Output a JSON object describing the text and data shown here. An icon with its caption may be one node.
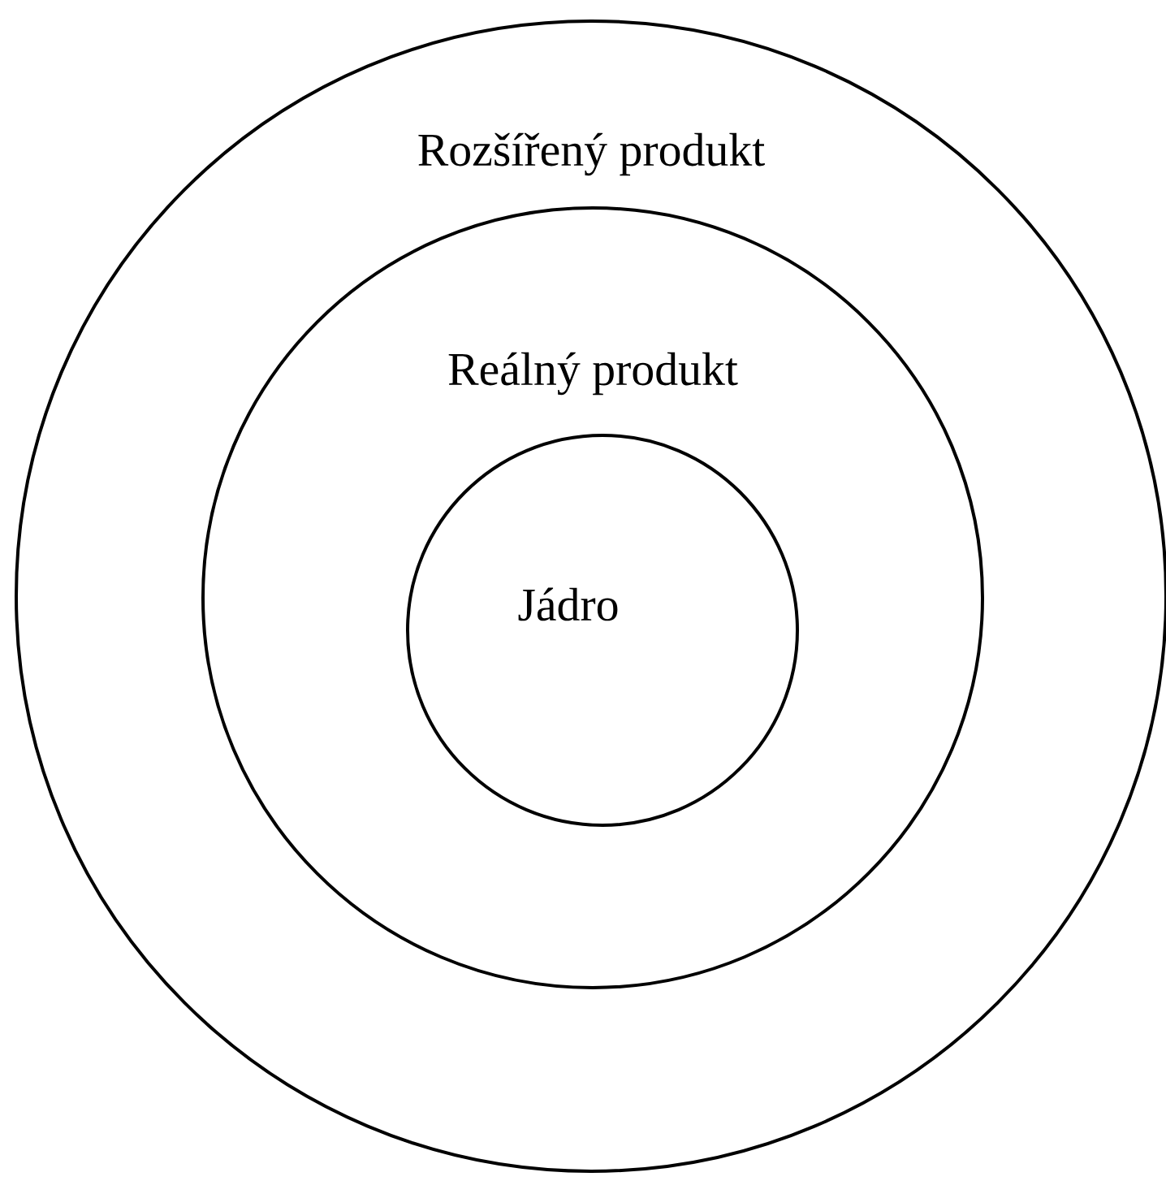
{
  "diagram": {
    "nodes": [
      {
        "text": [
          "Rozšířený produkt"
        ]
      },
      {
        "text": [
          "Reálný produkt"
        ],
        "in": 0
      },
      {
        "text": [
          "Jádro"
        ],
        "in": 1
      }
    ]
  }
}
